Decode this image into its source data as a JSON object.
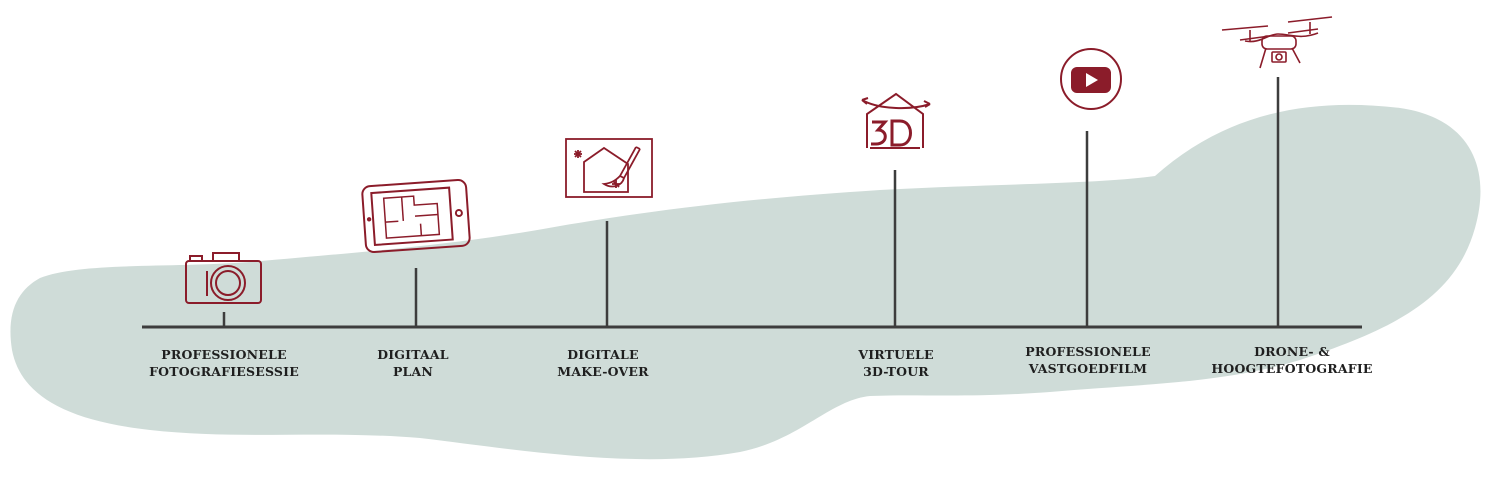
{
  "colors": {
    "blob": "#cfdcd8",
    "line": "#3d3d3d",
    "accent": "#8b1c2a"
  },
  "steps": [
    {
      "icon": "camera-icon",
      "line1": "PROFESSIONELE",
      "line2": "FOTOGRAFIESESSIE"
    },
    {
      "icon": "tablet-floorplan-icon",
      "line1": "DIGITAAL",
      "line2": "PLAN"
    },
    {
      "icon": "house-paintbrush-icon",
      "line1": "DIGITALE",
      "line2": "MAKE-OVER"
    },
    {
      "icon": "3d-house-icon",
      "line1": "VIRTUELE",
      "line2": "3D-TOUR"
    },
    {
      "icon": "play-button-icon",
      "line1": "PROFESSIONELE",
      "line2": "VASTGOEDFILM"
    },
    {
      "icon": "drone-icon",
      "line1": "DRONE- &",
      "line2": "HOOGTEFOTOGRAFIE"
    }
  ]
}
